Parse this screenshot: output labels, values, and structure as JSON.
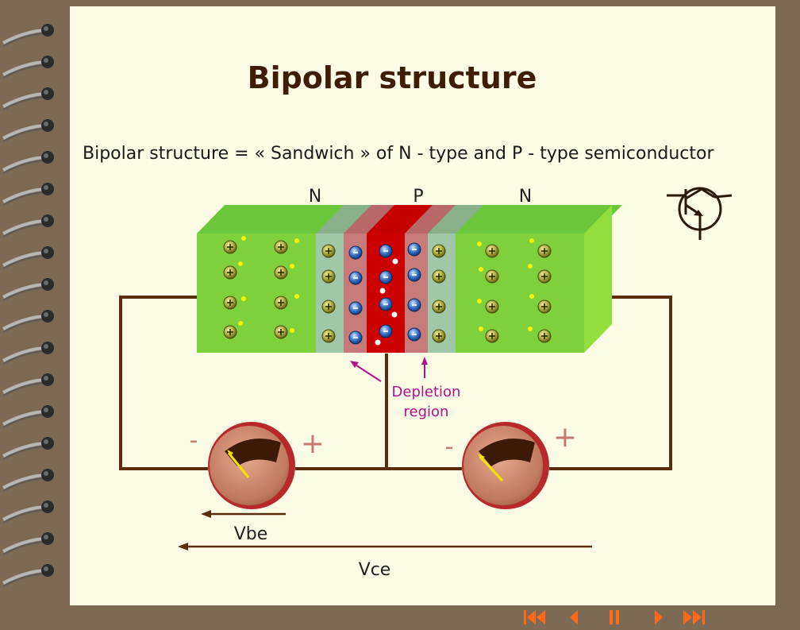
{
  "slide": {
    "title": "Bipolar structure",
    "subtitle": "Bipolar structure = « Sandwich » of N - type and P - type semiconductor"
  },
  "regions": {
    "n_left": "N",
    "p_base": "P",
    "n_right": "N"
  },
  "depletion_label": {
    "line1": "Depletion",
    "line2": "region"
  },
  "meters": {
    "left": {
      "minus": "-",
      "plus": "+"
    },
    "right": {
      "minus": "-",
      "plus": "+"
    }
  },
  "voltages": {
    "vbe": "Vbe",
    "vce": "Vce"
  },
  "colors": {
    "n_region": "#7fd13b",
    "p_region": "#cc0000",
    "depletion_n": "#9fc8a8",
    "depletion_p": "#c87a7a",
    "wire": "#5a2d0c",
    "annotation": "#b0148c",
    "meter_face": "#c07a5e",
    "meter_rim": "#b82a2a",
    "nav_arrows": "#ff6a1a",
    "title": "#3f1d04"
  },
  "icons": {
    "transistor_symbol": "npn-transistor-icon",
    "nav": [
      "first-icon",
      "previous-icon",
      "pause-icon",
      "next-icon",
      "last-icon"
    ]
  }
}
